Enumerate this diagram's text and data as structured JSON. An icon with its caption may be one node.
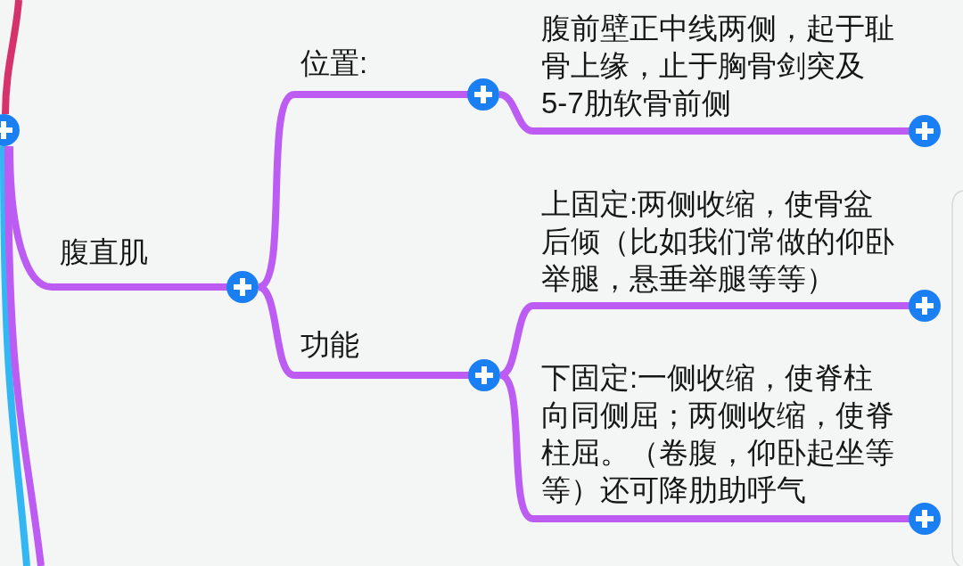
{
  "diagram": {
    "nodes": [
      {
        "text": [],
        "shape": "circle"
      },
      {
        "text": [
          "腹直肌"
        ]
      },
      {
        "text": [
          "位置:"
        ]
      },
      {
        "text": [
          "腹前壁正中线两侧，起于耻骨上缘，止于胸骨剑突及5-7肋软骨前侧"
        ]
      },
      {
        "text": [
          "功能"
        ]
      },
      {
        "text": [
          "上固定:两侧收缩，使骨盆后倾（比如我们常做的仰卧举腿，悬垂举腿等等）"
        ]
      },
      {
        "text": [
          "下固定:一侧收缩，使脊柱向同侧屈；两侧收缩，使脊柱屈。（卷腹，仰卧起坐等等）还可降肋助呼气"
        ]
      }
    ],
    "edges": [
      {
        "from": null,
        "to": 0,
        "arrow": "none",
        "color": "#d6336c"
      },
      {
        "from": 0,
        "to": null,
        "arrow": "none",
        "color": "#33b6f4"
      },
      {
        "from": 0,
        "to": null,
        "arrow": "none"
      },
      {
        "from": 0,
        "to": 1,
        "arrow": "none"
      },
      {
        "from": 1,
        "to": 2,
        "arrow": "none"
      },
      {
        "from": 1,
        "to": 4,
        "arrow": "none"
      },
      {
        "from": 2,
        "to": 3,
        "arrow": "none"
      },
      {
        "from": 4,
        "to": 5,
        "arrow": "none"
      },
      {
        "from": 4,
        "to": 6,
        "arrow": "none"
      }
    ]
  }
}
